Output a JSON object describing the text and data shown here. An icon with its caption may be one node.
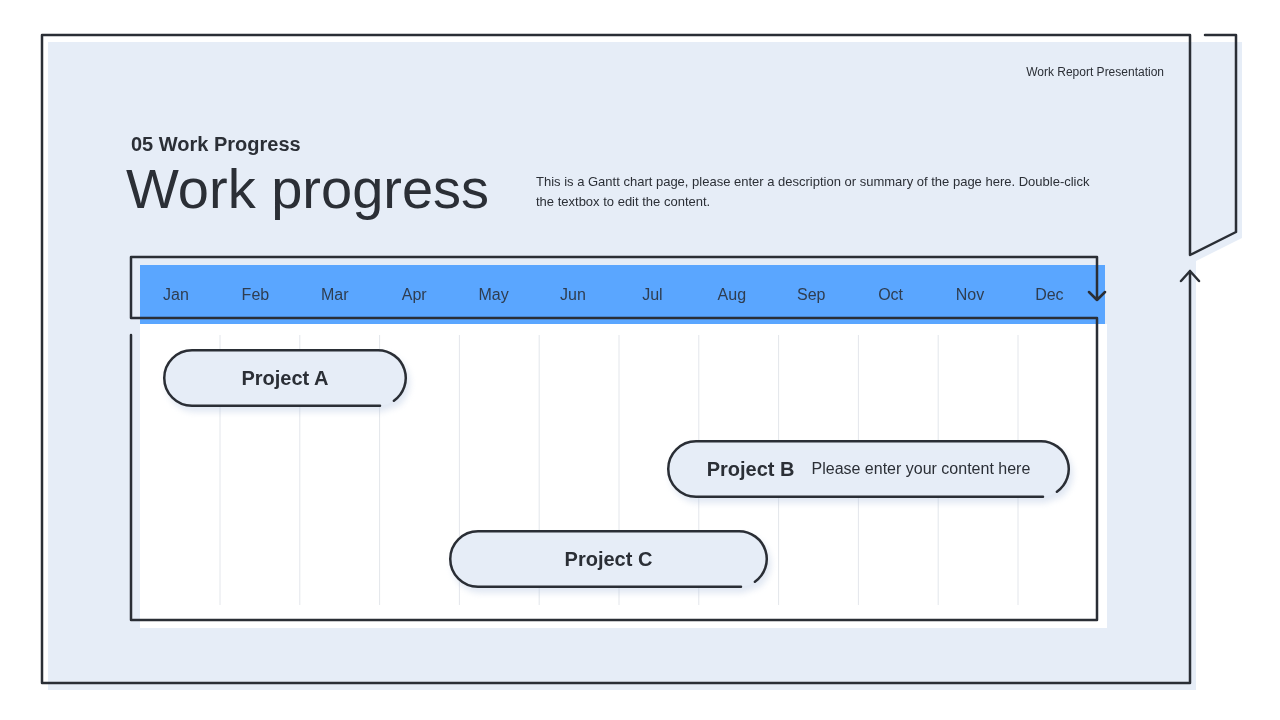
{
  "diagram": {
    "title": "Work progress",
    "nodes": [
      {
        "text": [
          "Jan",
          "Feb",
          "Mar",
          "Apr",
          "May",
          "Jun",
          "Jul",
          "Aug",
          "Sep",
          "Oct",
          "Nov",
          "Dec"
        ]
      },
      {
        "text": [
          "Project A"
        ]
      },
      {
        "text": [
          "Project B",
          "Please enter your content here"
        ]
      },
      {
        "text": [
          "Project C"
        ]
      }
    ],
    "labels": [
      "Work Report Presentation",
      "05 Work Progress",
      "This is a Gantt chart page, please enter a description or summary of the page here. Double-click the textbox to edit the content."
    ]
  }
}
